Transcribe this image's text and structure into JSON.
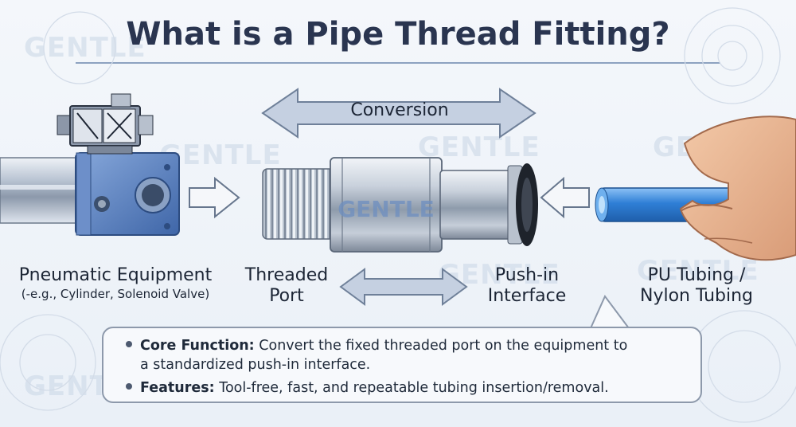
{
  "title": "What is a Pipe Thread Fitting?",
  "watermark": "GENTLE",
  "conversion_label": "Conversion",
  "labels": {
    "equipment": "Pneumatic Equipment",
    "equipment_sub": "(-e.g., Cylinder, Solenoid Valve)",
    "threaded_line1": "Threaded",
    "threaded_line2": "Port",
    "pushin_line1": "Push-in",
    "pushin_line2": "Interface",
    "tubing_line1": "PU Tubing /",
    "tubing_line2": "Nylon Tubing"
  },
  "info": {
    "core_label": "Core Function:",
    "core_text": "Convert the fixed threaded port on the equipment to",
    "core_text2": "a standardized push-in interface.",
    "features_label": "Features:",
    "features_text": "Tool-free, fast, and repeatable tubing insertion/removal."
  },
  "colors": {
    "equipment_blue": "#5b84c4",
    "tubing_blue": "#2f7fd6",
    "arrow_fill": "#c3cfe0",
    "arrow_stroke": "#6d7f99"
  }
}
